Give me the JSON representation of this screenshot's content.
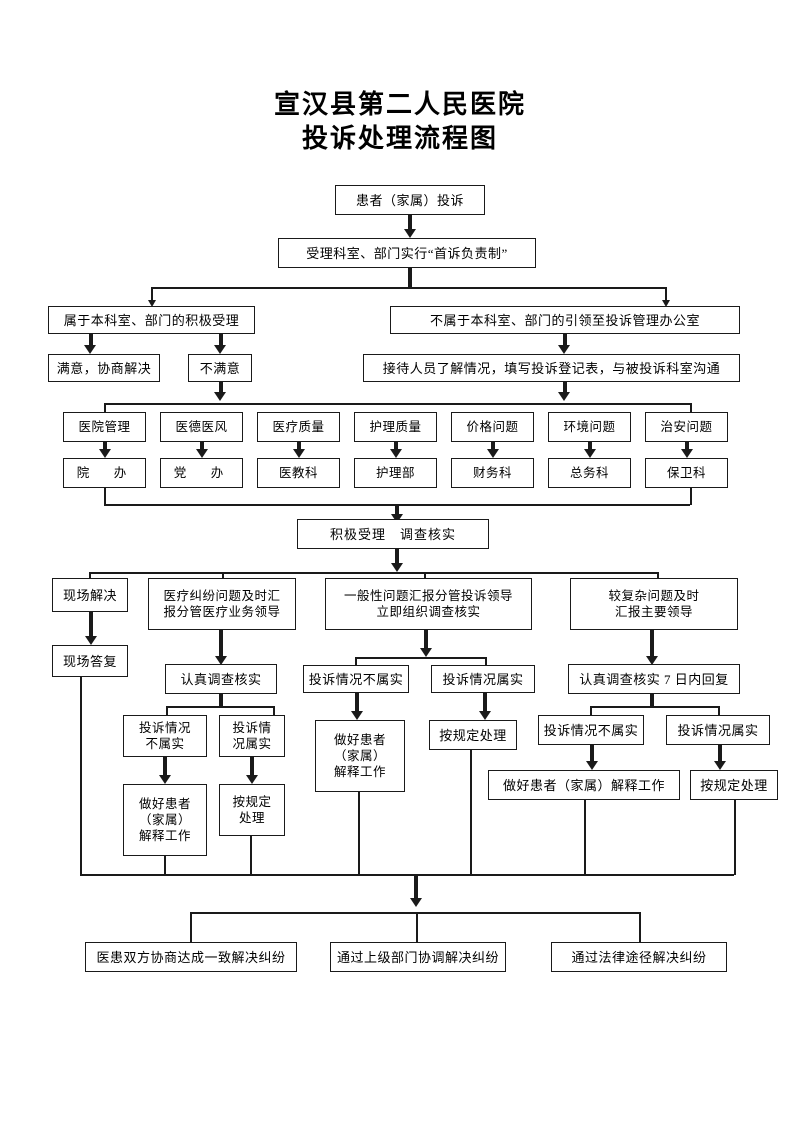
{
  "title": {
    "line1": "宣汉县第二人民医院",
    "line2": "投诉处理流程图"
  },
  "nodes": {
    "start": "患者（家属）投诉",
    "first_responsibility": "受理科室、部门实行“首诉负责制”",
    "belongs": "属于本科室、部门的积极受理",
    "not_belongs": "不属于本科室、部门的引领至投诉管理办公室",
    "satisfied": "满意，协商解决",
    "unsatisfied": "不满意",
    "reception": "接待人员了解情况，填写投诉登记表，与被投诉科室沟通",
    "accept_investigate": "积极受理　调查核实"
  },
  "categories": [
    {
      "topic": "医院管理",
      "dept": "院　办"
    },
    {
      "topic": "医德医风",
      "dept": "党　办"
    },
    {
      "topic": "医疗质量",
      "dept": "医教科"
    },
    {
      "topic": "护理质量",
      "dept": "护理部"
    },
    {
      "topic": "价格问题",
      "dept": "财务科"
    },
    {
      "topic": "环境问题",
      "dept": "总务科"
    },
    {
      "topic": "治安问题",
      "dept": "保卫科"
    }
  ],
  "branches": {
    "onsite": {
      "head": "现场解决",
      "reply": "现场答复"
    },
    "dispute": {
      "head": "医疗纠纷问题及时汇\n报分管医疗业务领导",
      "investigate": "认真调查核实",
      "false_claim": "投诉情况\n不属实",
      "true_claim": "投诉情\n况属实",
      "explain": "做好患者\n（家属）\n解释工作",
      "handle": "按规定\n处理"
    },
    "general": {
      "head": "一般性问题汇报分管投诉领导\n立即组织调查核实",
      "false_claim": "投诉情况不属实",
      "true_claim": "投诉情况属实",
      "explain": "做好患者\n（家属）\n解释工作",
      "handle": "按规定处理"
    },
    "complex": {
      "head": "较复杂问题及时\n汇报主要领导",
      "investigate": "认真调查核实 7 日内回复",
      "false_claim": "投诉情况不属实",
      "true_claim": "投诉情况属实",
      "explain": "做好患者（家属）解释工作",
      "handle": "按规定处理"
    }
  },
  "outcomes": [
    "医患双方协商达成一致解决纠纷",
    "通过上级部门协调解决纠纷",
    "通过法律途径解决纠纷"
  ],
  "colors": {
    "line": "#1a1a1a",
    "background": "#ffffff",
    "text": "#000000"
  }
}
